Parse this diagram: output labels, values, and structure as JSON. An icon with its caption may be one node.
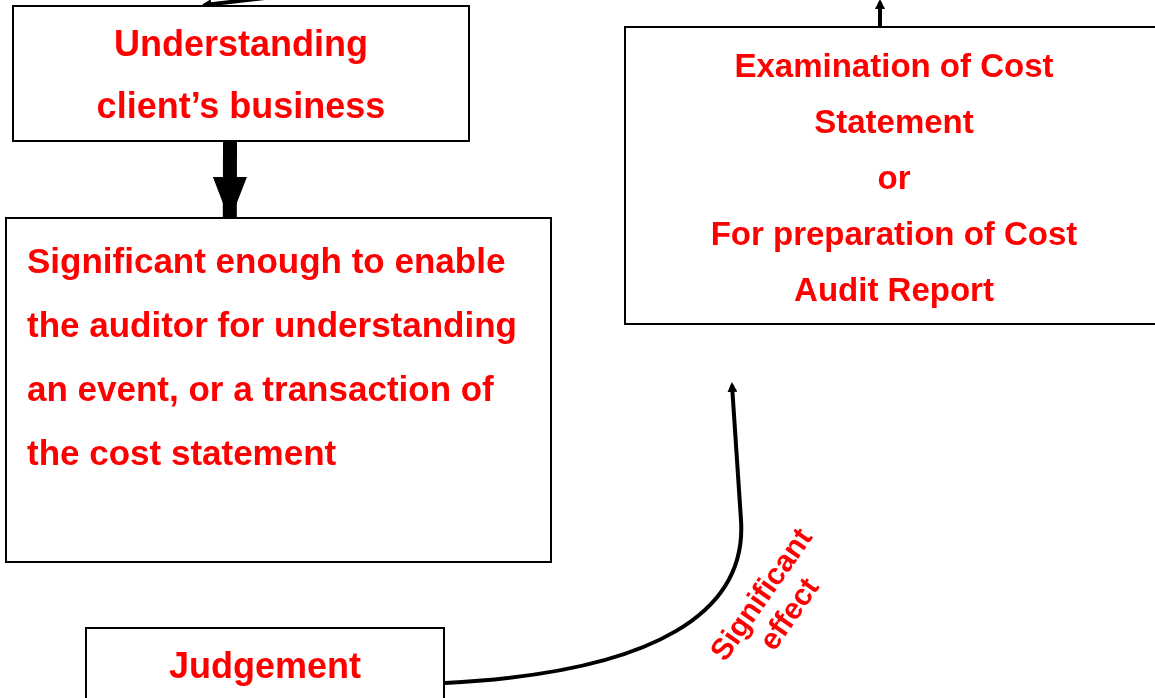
{
  "diagram": {
    "nodes": [
      {
        "text": [
          "Understanding client’s business"
        ]
      },
      {
        "text": [
          "Significant enough to enable the auditor for understanding an event, or a transaction of the cost statement"
        ]
      },
      {
        "text": [
          "Judgement"
        ]
      },
      {
        "text": [
          "Examination of Cost Statement",
          "or",
          "For preparation of Cost Audit Report"
        ]
      }
    ],
    "edges": [
      {
        "from": null,
        "to": 0,
        "arrow": "to"
      },
      {
        "from": 3,
        "to": null,
        "arrow": "to"
      },
      {
        "from": 0,
        "to": 1,
        "arrow": "to",
        "style": "thick"
      },
      {
        "from": 2,
        "to": 3,
        "arrow": "to",
        "label": "Significant effect"
      }
    ]
  }
}
